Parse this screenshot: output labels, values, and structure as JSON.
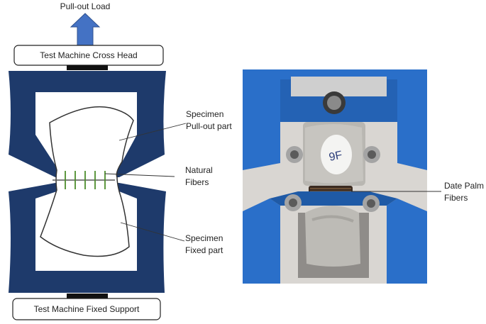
{
  "colors": {
    "grip_blue": "#1e3a6b",
    "arrow_blue": "#4472c4",
    "fiber_green": "#4c8c2b",
    "photo_bg": "#d9d6d2",
    "photo_blue": "#2a6fc9"
  },
  "schematic": {
    "load_label": "Pull-out Load",
    "cross_head_label": "Test Machine Cross Head",
    "fixed_support_label": "Test Machine Fixed Support",
    "callouts": {
      "pullout": [
        "Specimen",
        "Pull-out part"
      ],
      "fibers": [
        "Natural",
        "Fibers"
      ],
      "fixed": [
        "Specimen",
        "Fixed part"
      ]
    }
  },
  "photo": {
    "callout": [
      "Date Palm",
      "Fibers"
    ],
    "sample_marking": "9F"
  },
  "icons": {
    "load_arrow": "up-arrow-icon"
  }
}
